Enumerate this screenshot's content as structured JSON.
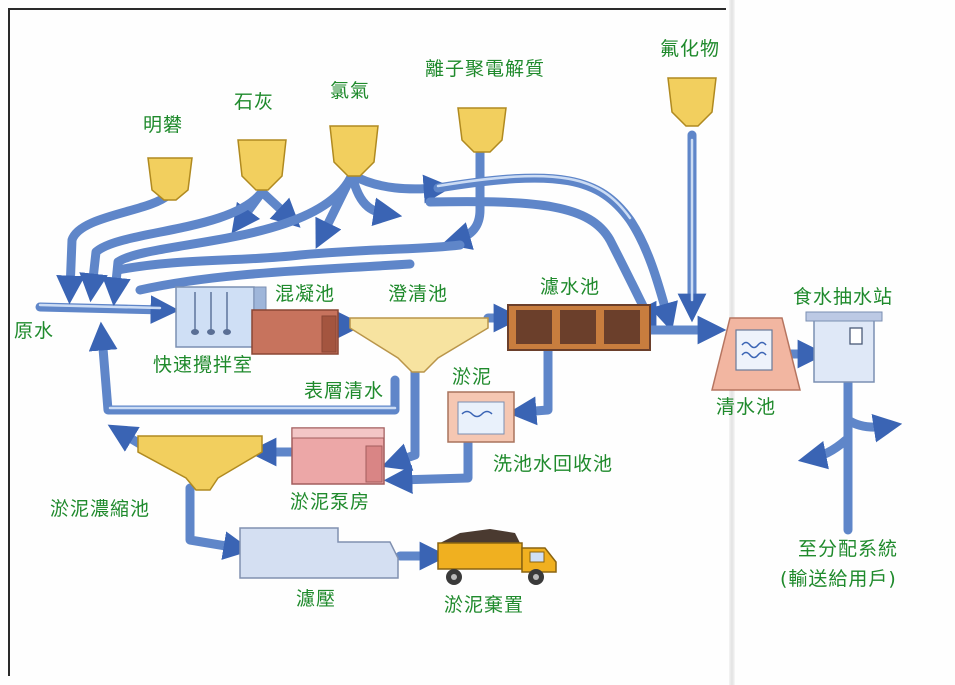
{
  "diagram": {
    "chemicals": {
      "alum": "明礬",
      "lime": "石灰",
      "chlorine": "氯氣",
      "polyelectrolyte": "離子聚電解質",
      "fluoride": "氟化物"
    },
    "stages": {
      "raw_water": "原水",
      "rapid_mixing": "快速攪拌室",
      "coagulation": "混凝池",
      "clarifier": "澄清池",
      "filter": "濾水池",
      "clear_water_tank": "清水池",
      "pumping_station": "食水抽水站",
      "supernatant": "表層清水",
      "sludge": "淤泥",
      "washwater_recovery": "洗池水回收池",
      "sludge_pump_house": "淤泥泵房",
      "sludge_thickener": "淤泥濃縮池",
      "filter_press": "濾壓",
      "sludge_disposal": "淤泥棄置",
      "to_distribution": "至分配系統",
      "to_consumers": "(輸送給用戶)"
    },
    "colors": {
      "label": "#1f8a2c",
      "pipe": "#5f86c9",
      "hopper": "#f2cf5e",
      "clarifier": "#f7e3a0",
      "coag_tank": "#c7735d",
      "filter_tank": "#6b3f2b",
      "truck": "#f0b020"
    }
  }
}
